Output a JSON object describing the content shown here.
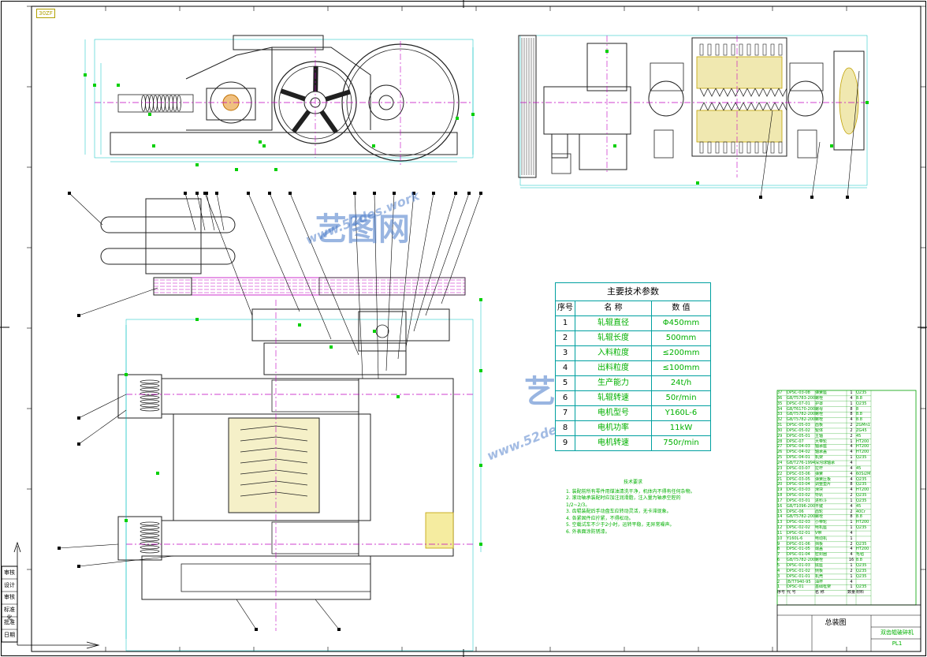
{
  "drawing": {
    "title_block_name": "总装图",
    "title_block_company": "双齿辊破碎机",
    "title_block_code": "PL1",
    "corner_stamp": "30ZF",
    "left_column_labels": [
      "审核",
      "设计",
      "审核",
      "标准化",
      "批准",
      "日期"
    ]
  },
  "watermark": {
    "brand": "艺图网",
    "url": "www.52des.work"
  },
  "tech_params": {
    "title": "主要技术参数",
    "headers": {
      "no": "序号",
      "name": "名 称",
      "value": "数 值"
    },
    "rows": [
      {
        "no": "1",
        "name": "轧辊直径",
        "value": "Φ450mm"
      },
      {
        "no": "2",
        "name": "轧辊长度",
        "value": "500mm"
      },
      {
        "no": "3",
        "name": "入料粒度",
        "value": "≤200mm"
      },
      {
        "no": "4",
        "name": "出料粒度",
        "value": "≤100mm"
      },
      {
        "no": "5",
        "name": "生产能力",
        "value": "24t/h"
      },
      {
        "no": "6",
        "name": "轧辊转速",
        "value": "50r/min"
      },
      {
        "no": "7",
        "name": "电机型号",
        "value": "Y160L-6"
      },
      {
        "no": "8",
        "name": "电机功率",
        "value": "11kW"
      },
      {
        "no": "9",
        "name": "电机转速",
        "value": "750r/min"
      }
    ]
  },
  "tech_notes": {
    "title": "技术要求",
    "lines": [
      "1. 装配前所有零件用煤油清洗干净，机体内不得有任何杂物。",
      "2. 滚动轴承装配时应加注润滑脂，注入量为轴承空腔的1/2~2/3。",
      "3. 齿辊装配后手动盘车应转动灵活，无卡滞现象。",
      "4. 各紧固件应拧紧，不得松动。",
      "5. 空载试车不少于2小时，运转平稳，无异常噪声。",
      "6. 外表面涂防锈漆。"
    ]
  },
  "bom": {
    "rows": [
      {
        "no": "37",
        "code": "DPSC-03-08",
        "name": "弹簧座",
        "qty": "1",
        "mat": "Q235"
      },
      {
        "no": "36",
        "code": "GB/T5783-2000",
        "name": "螺栓",
        "qty": "4",
        "mat": "8.8"
      },
      {
        "no": "35",
        "code": "DPSC-07-01",
        "name": "护罩",
        "qty": "1",
        "mat": "Q235"
      },
      {
        "no": "34",
        "code": "GB/T6170-2000",
        "name": "螺母",
        "qty": "8",
        "mat": "8"
      },
      {
        "no": "33",
        "code": "GB/T5782-2000",
        "name": "螺栓",
        "qty": "8",
        "mat": "8.8"
      },
      {
        "no": "32",
        "code": "GB/T5782-2000",
        "name": "螺栓",
        "qty": "4",
        "mat": "8.8"
      },
      {
        "no": "31",
        "code": "DPSC-05-03",
        "name": "齿板",
        "qty": "2",
        "mat": "ZGMn13"
      },
      {
        "no": "30",
        "code": "DPSC-05-02",
        "name": "辊体",
        "qty": "2",
        "mat": "ZG45"
      },
      {
        "no": "29",
        "code": "DPSC-05-01",
        "name": "主轴",
        "qty": "2",
        "mat": "45"
      },
      {
        "no": "28",
        "code": "DPSC-07",
        "name": "大带轮",
        "qty": "1",
        "mat": "HT200"
      },
      {
        "no": "27",
        "code": "DPSC-04-03",
        "name": "轴承座",
        "qty": "4",
        "mat": "HT200"
      },
      {
        "no": "26",
        "code": "DPSC-04-02",
        "name": "轴承盖",
        "qty": "4",
        "mat": "HT200"
      },
      {
        "no": "25",
        "code": "DPSC-04-01",
        "name": "机架",
        "qty": "1",
        "mat": "Q235"
      },
      {
        "no": "24",
        "code": "GB/T276-1994",
        "name": "深沟球轴承",
        "qty": "4",
        "mat": ""
      },
      {
        "no": "23",
        "code": "DPSC-03-07",
        "name": "拉杆",
        "qty": "4",
        "mat": "45"
      },
      {
        "no": "22",
        "code": "DPSC-03-06",
        "name": "弹簧",
        "qty": "4",
        "mat": "60Si2Mn"
      },
      {
        "no": "21",
        "code": "DPSC-03-05",
        "name": "弹簧压板",
        "qty": "4",
        "mat": "Q235"
      },
      {
        "no": "20",
        "code": "DPSC-03-04",
        "name": "调整垫片",
        "qty": "8",
        "mat": "Q235"
      },
      {
        "no": "19",
        "code": "DPSC-03-03",
        "name": "滑块",
        "qty": "4",
        "mat": "HT200"
      },
      {
        "no": "18",
        "code": "DPSC-03-02",
        "name": "导轨",
        "qty": "2",
        "mat": "Q235"
      },
      {
        "no": "17",
        "code": "DPSC-03-01",
        "name": "进料斗",
        "qty": "1",
        "mat": "Q235"
      },
      {
        "no": "16",
        "code": "GB/T1096-2003",
        "name": "平键",
        "qty": "4",
        "mat": "45"
      },
      {
        "no": "15",
        "code": "DPSC-06",
        "name": "齿轮",
        "qty": "2",
        "mat": "40Cr"
      },
      {
        "no": "14",
        "code": "GB/T5782-2000",
        "name": "螺栓",
        "qty": "8",
        "mat": "8.8"
      },
      {
        "no": "13",
        "code": "DPSC-02-03",
        "name": "小带轮",
        "qty": "1",
        "mat": "HT200"
      },
      {
        "no": "12",
        "code": "DPSC-02-02",
        "name": "电机座",
        "qty": "1",
        "mat": "Q235"
      },
      {
        "no": "11",
        "code": "DPSC-02-01",
        "name": "V带",
        "qty": "4",
        "mat": ""
      },
      {
        "no": "10",
        "code": "Y160L-6",
        "name": "电动机",
        "qty": "1",
        "mat": ""
      },
      {
        "no": "9",
        "code": "DPSC-01-06",
        "name": "挡板",
        "qty": "2",
        "mat": "Q235"
      },
      {
        "no": "8",
        "code": "DPSC-01-05",
        "name": "端盖",
        "qty": "4",
        "mat": "HT200"
      },
      {
        "no": "7",
        "code": "DPSC-01-04",
        "name": "密封圈",
        "qty": "4",
        "mat": "毛毡"
      },
      {
        "no": "6",
        "code": "GB/T5782-2000",
        "name": "螺栓",
        "qty": "16",
        "mat": "8.8"
      },
      {
        "no": "5",
        "code": "DPSC-01-03",
        "name": "底座",
        "qty": "1",
        "mat": "Q235"
      },
      {
        "no": "4",
        "code": "DPSC-01-02",
        "name": "侧板",
        "qty": "2",
        "mat": "Q235"
      },
      {
        "no": "3",
        "code": "DPSC-01-01",
        "name": "机壳",
        "qty": "1",
        "mat": "Q235"
      },
      {
        "no": "2",
        "code": "JB/T7940-95",
        "name": "油杯",
        "qty": "4",
        "mat": ""
      },
      {
        "no": "1",
        "code": "DPSC-01",
        "name": "基础框架",
        "qty": "1",
        "mat": "Q235"
      }
    ],
    "header": {
      "no": "序号",
      "code": "代 号",
      "name": "名 称",
      "qty": "数量",
      "mat": "材料"
    }
  },
  "colors": {
    "frame": "#000000",
    "outline": "#202020",
    "centerline": "#c000c0",
    "dimension": "#00c0c0",
    "dim_marker": "#00d000",
    "leader": "#000000",
    "hatch": "#e8e070"
  }
}
